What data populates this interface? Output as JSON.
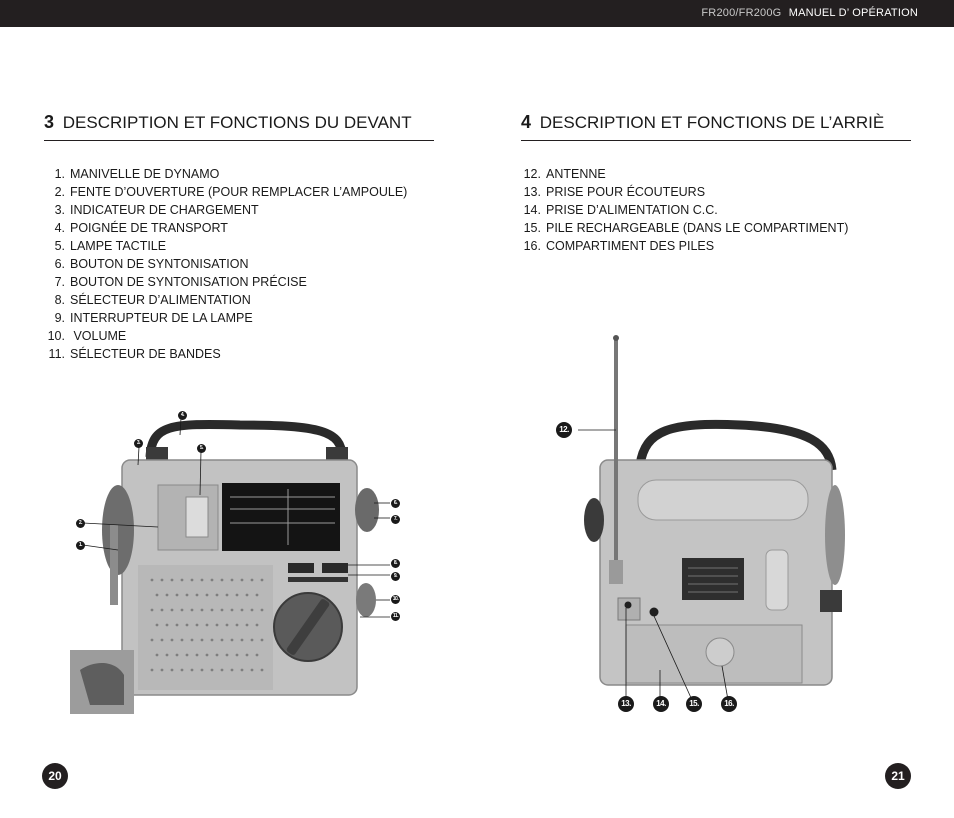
{
  "header": {
    "model": "FR200/FR200G",
    "manual": "MANUEL D’ OPÉRATION"
  },
  "left_section": {
    "number": "3",
    "title": "DESCRIPTION ET FONCTIONS DU DEVANT",
    "items": [
      {
        "n": "1.",
        "label": "MANIVELLE DE DYNAMO"
      },
      {
        "n": "2.",
        "label": "FENTE D’OUVERTURE (POUR REMPLACER L’AMPOULE)"
      },
      {
        "n": "3.",
        "label": "INDICATEUR DE CHARGEMENT"
      },
      {
        "n": "4.",
        "label": "POIGNÉE DE TRANSPORT"
      },
      {
        "n": "5.",
        "label": "LAMPE TACTILE"
      },
      {
        "n": "6.",
        "label": "BOUTON DE SYNTONISATION"
      },
      {
        "n": "7.",
        "label": "BOUTON DE SYNTONISATION PRÉCISE"
      },
      {
        "n": "8.",
        "label": "SÉLECTEUR D’ALIMENTATION"
      },
      {
        "n": "9.",
        "label": "INTERRUPTEUR DE LA LAMPE"
      },
      {
        "n": "10.",
        "label": " VOLUME"
      },
      {
        "n": "11.",
        "label": "SÉLECTEUR DE BANDES"
      }
    ]
  },
  "right_section": {
    "number": "4",
    "title": "DESCRIPTION ET FONCTIONS DE L’ARRIÈ",
    "items": [
      {
        "n": "12.",
        "label": "ANTENNE"
      },
      {
        "n": "13.",
        "label": "PRISE POUR ÉCOUTEURS"
      },
      {
        "n": "14.",
        "label": "PRISE D’ALIMENTATION C.C."
      },
      {
        "n": "15.",
        "label": "PILE RECHARGEABLE (DANS LE COMPARTIMENT)"
      },
      {
        "n": "16.",
        "label": "COMPARTIMENT DES PILES"
      }
    ]
  },
  "front_callouts": [
    "1.",
    "2.",
    "3.",
    "4.",
    "5.",
    "6.",
    "7.",
    "8.",
    "9.",
    "10.",
    "11."
  ],
  "back_callouts": [
    "12.",
    "13.",
    "14.",
    "15.",
    "16."
  ],
  "page_numbers": {
    "left": "20",
    "right": "21"
  }
}
